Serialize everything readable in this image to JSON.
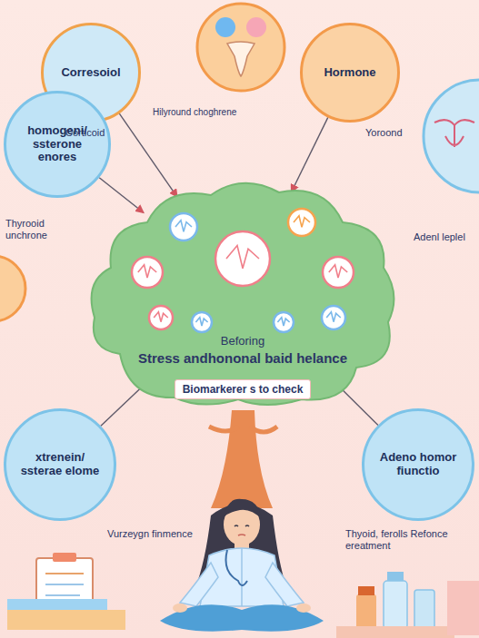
{
  "diagram": {
    "nodes": [
      {
        "text": [
          "Corresoiol"
        ]
      },
      {
        "text": [
          "Hormone"
        ]
      },
      {
        "text": [
          "homogeni/ ssterone enores"
        ]
      },
      {
        "text": [
          "Beforing",
          "Stress andhononal baid helance"
        ]
      },
      {
        "text": [
          "Biomarkerer s to check"
        ],
        "in": 3
      },
      {
        "text": [
          "xtrenein/ ssterae elome"
        ]
      },
      {
        "text": [
          "Adeno homor fiunctio"
        ]
      }
    ],
    "edges": [
      {
        "from": 0,
        "to": 3,
        "arrow": "to"
      },
      {
        "from": 1,
        "to": 3,
        "arrow": "to"
      },
      {
        "from": 2,
        "to": 3,
        "arrow": "to"
      },
      {
        "from": 5,
        "to": 3,
        "arrow": "to"
      },
      {
        "from": 6,
        "to": 3,
        "arrow": "to"
      }
    ],
    "labels": [
      "Corticoid",
      "Hilyround choghrene",
      "Yoroond",
      "Thyrooid unchrone",
      "Adenl leplel",
      "Vurzeygn finmence",
      "Thyoid, ferolls Refonce ereatment"
    ]
  }
}
